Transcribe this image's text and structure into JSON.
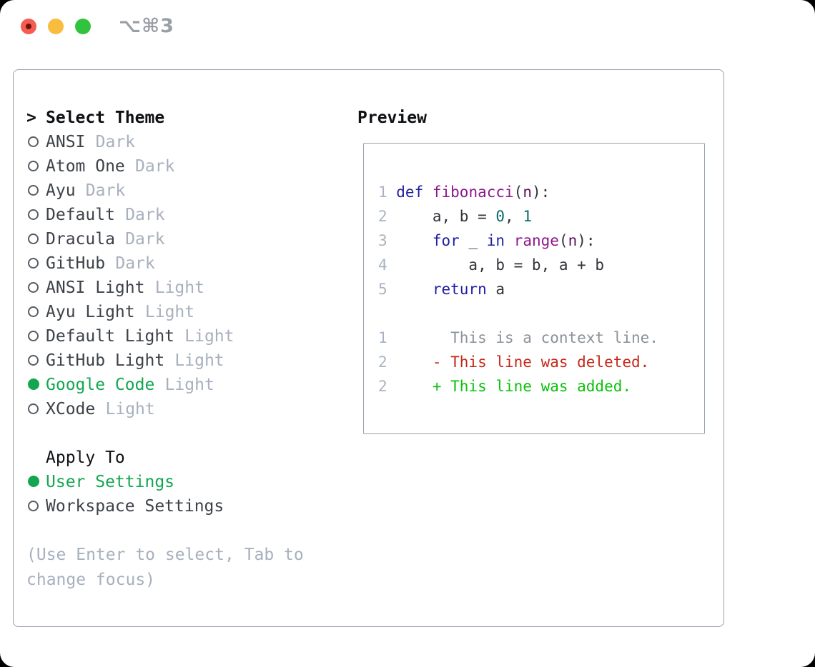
{
  "titlebar": {
    "shortcut": "⌥⌘3"
  },
  "dialog": {
    "select_theme": {
      "prefix": ">",
      "title": "Select Theme"
    },
    "themes": [
      {
        "name": "ANSI",
        "variant": "Dark",
        "selected": false
      },
      {
        "name": "Atom One",
        "variant": "Dark",
        "selected": false
      },
      {
        "name": "Ayu",
        "variant": "Dark",
        "selected": false
      },
      {
        "name": "Default",
        "variant": "Dark",
        "selected": false
      },
      {
        "name": "Dracula",
        "variant": "Dark",
        "selected": false
      },
      {
        "name": "GitHub",
        "variant": "Dark",
        "selected": false
      },
      {
        "name": "ANSI Light",
        "variant": "Light",
        "selected": false
      },
      {
        "name": "Ayu Light",
        "variant": "Light",
        "selected": false
      },
      {
        "name": "Default Light",
        "variant": "Light",
        "selected": false
      },
      {
        "name": "GitHub Light",
        "variant": "Light",
        "selected": false
      },
      {
        "name": "Google Code",
        "variant": "Light",
        "selected": true
      },
      {
        "name": "XCode",
        "variant": "Light",
        "selected": false
      }
    ],
    "apply_to": {
      "title": "Apply To",
      "options": [
        {
          "name": "User Settings",
          "selected": true
        },
        {
          "name": "Workspace Settings",
          "selected": false
        }
      ]
    },
    "hint": "(Use Enter to select, Tab to change focus)"
  },
  "preview": {
    "title": "Preview",
    "code_lines": [
      {
        "number": "1",
        "segments": [
          {
            "text": "def",
            "style": "kwd"
          },
          {
            "text": " ",
            "style": "pln"
          },
          {
            "text": "fibonacci",
            "style": "typ"
          },
          {
            "text": "(",
            "style": "pln"
          },
          {
            "text": "n",
            "style": "prm"
          },
          {
            "text": "):",
            "style": "pln"
          }
        ]
      },
      {
        "number": "2",
        "segments": [
          {
            "text": "    a, b = ",
            "style": "pln"
          },
          {
            "text": "0",
            "style": "lit"
          },
          {
            "text": ", ",
            "style": "pln"
          },
          {
            "text": "1",
            "style": "lit"
          }
        ]
      },
      {
        "number": "3",
        "segments": [
          {
            "text": "    ",
            "style": "pln"
          },
          {
            "text": "for",
            "style": "kwd"
          },
          {
            "text": " _ ",
            "style": "pln"
          },
          {
            "text": "in",
            "style": "kwd"
          },
          {
            "text": " ",
            "style": "pln"
          },
          {
            "text": "range",
            "style": "typ"
          },
          {
            "text": "(",
            "style": "pln"
          },
          {
            "text": "n",
            "style": "prm"
          },
          {
            "text": "):",
            "style": "pln"
          }
        ]
      },
      {
        "number": "4",
        "segments": [
          {
            "text": "        a, b = b, a + b",
            "style": "pln"
          }
        ]
      },
      {
        "number": "5",
        "segments": [
          {
            "text": "    ",
            "style": "pln"
          },
          {
            "text": "return",
            "style": "kwd"
          },
          {
            "text": " a",
            "style": "pln"
          }
        ]
      }
    ],
    "diff_lines": [
      {
        "number": "1",
        "marker": " ",
        "text": "This is a context line.",
        "type": "ctx"
      },
      {
        "number": "2",
        "marker": "-",
        "text": "This line was deleted.",
        "type": "del"
      },
      {
        "number": "2",
        "marker": "+",
        "text": "This line was added.",
        "type": "add"
      }
    ]
  },
  "colors": {
    "border": "#98a1ac",
    "text": "#3c4148",
    "header": "#0e1013",
    "dim": "#a7b0bd",
    "selected_green": "#12a650",
    "lineno": "#a9b4c2",
    "keyword": "#1f1f9e",
    "function": "#8c178c",
    "param": "#5a1058",
    "number": "#096969",
    "plain": "#303338",
    "context": "#8b929b",
    "deleted": "#c4281a",
    "added": "#0ac20a",
    "traffic_red": "#f35c51",
    "traffic_red_dot": "#701008",
    "traffic_yellow": "#f8bd3e",
    "traffic_green": "#32c33e"
  }
}
